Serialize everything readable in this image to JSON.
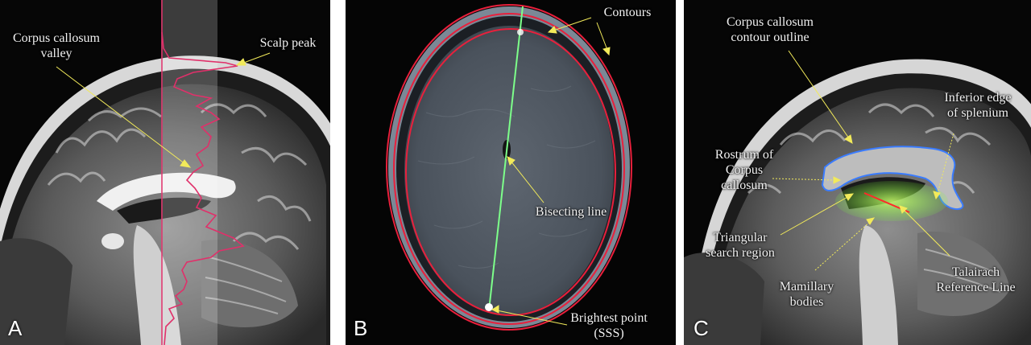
{
  "panels": {
    "a": {
      "letter": "A",
      "labels": {
        "corpus_callosum_valley_1": "Corpus callosum",
        "corpus_callosum_valley_2": "valley",
        "scalp_peak": "Scalp peak"
      }
    },
    "b": {
      "letter": "B",
      "labels": {
        "contours": "Contours",
        "bisecting_line": "Bisecting line",
        "brightest_point_1": "Brightest point",
        "brightest_point_2": "(SSS)"
      }
    },
    "c": {
      "letter": "C",
      "labels": {
        "cc_contour_outline_1": "Corpus callosum",
        "cc_contour_outline_2": "contour outline",
        "inferior_edge_1": "Inferior edge",
        "inferior_edge_2": "of splenium",
        "rostrum_1": "Rostrum of",
        "rostrum_2": "Corpus",
        "rostrum_3": "callosum",
        "triangular_1": "Triangular",
        "triangular_2": "search region",
        "mamillary_1": "Mamillary",
        "mamillary_2": "bodies",
        "talairach_1": "Talairach",
        "talairach_2": "Reference Line"
      }
    }
  },
  "colors": {
    "profile_line": "#e0306a",
    "contour_red": "#e8203c",
    "bisecting_green": "#7dff8a",
    "arrow_yellow": "#f2ea5a",
    "cc_outline_blue": "#3a7cff",
    "search_region_green": "#9cff5a",
    "talairach_red": "#ff2a2a"
  }
}
